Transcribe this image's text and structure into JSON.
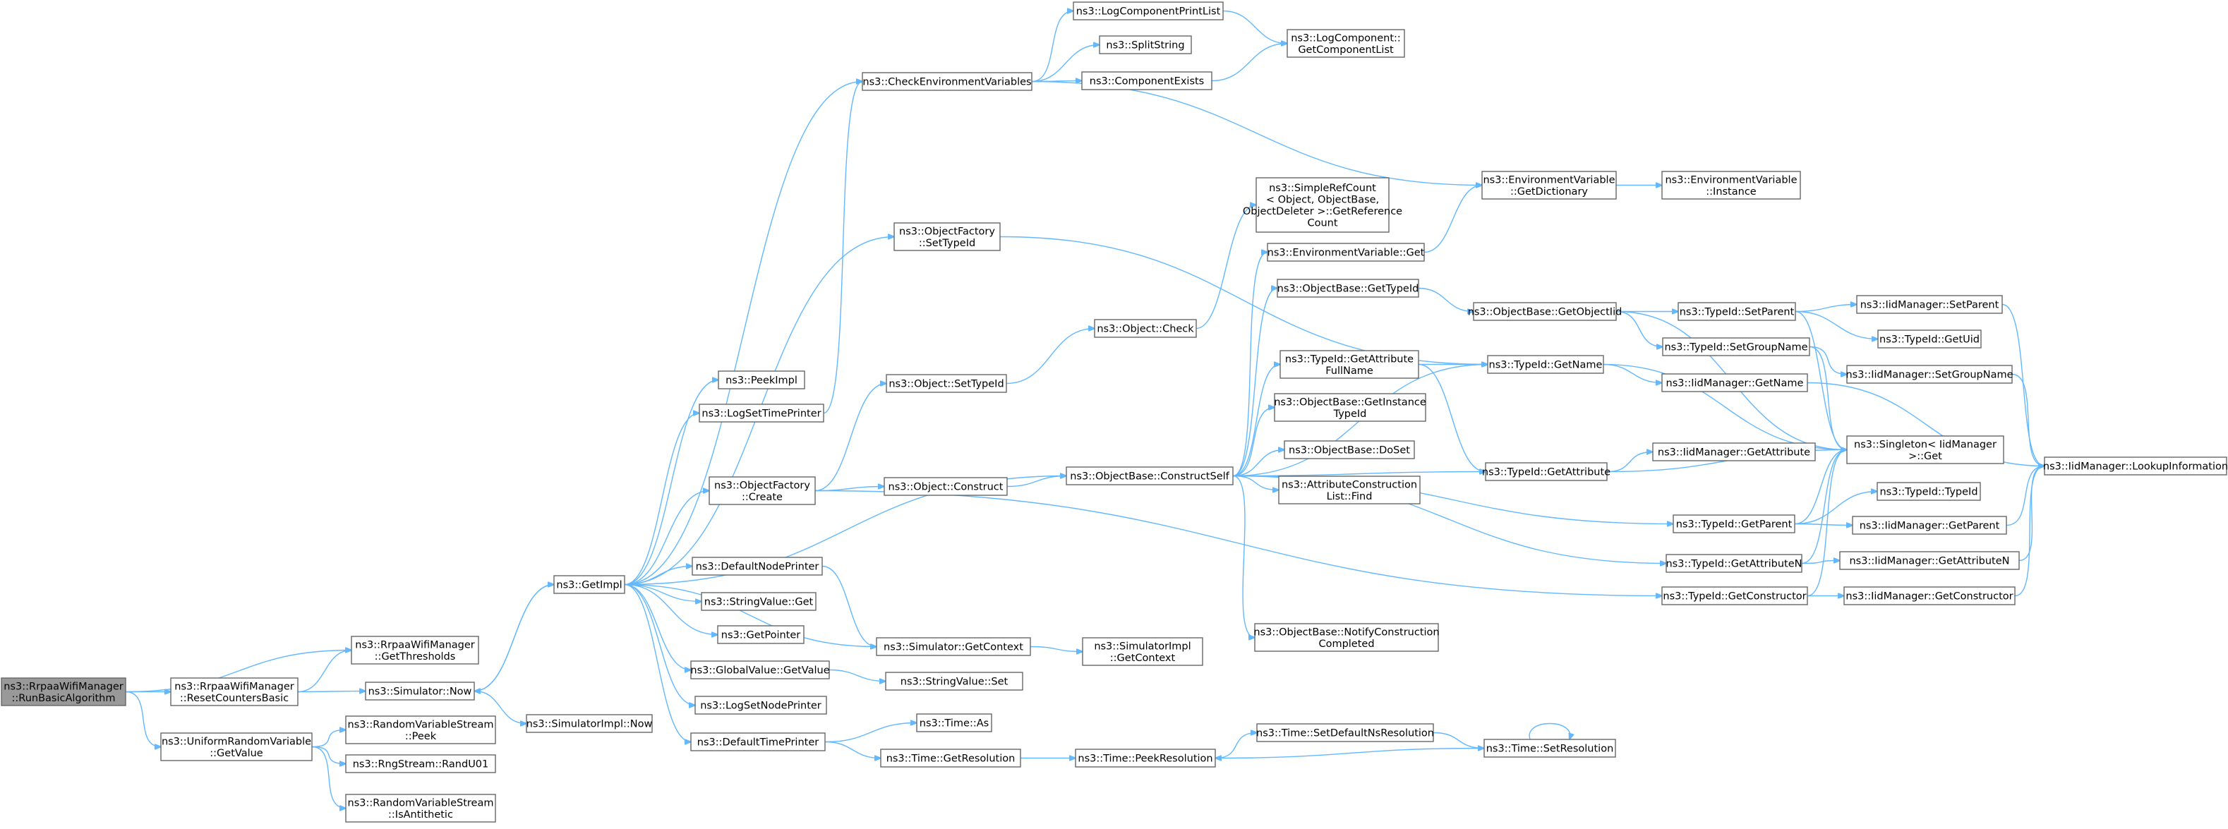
{
  "colors": {
    "edge": "#63b8ff",
    "root_fill": "#999999",
    "node_border": "#666666",
    "background": "#ffffff"
  },
  "nodes": [
    {
      "id": "root",
      "lines": [
        "ns3::RrpaaWifiManager",
        "::RunBasicAlgorithm"
      ],
      "root": true
    },
    {
      "id": "getThresholds",
      "lines": [
        "ns3::RrpaaWifiManager",
        "::GetThresholds"
      ]
    },
    {
      "id": "resetCounters",
      "lines": [
        "ns3::RrpaaWifiManager",
        "::ResetCountersBasic"
      ]
    },
    {
      "id": "uniformGet",
      "lines": [
        "ns3::UniformRandomVariable",
        "::GetValue"
      ]
    },
    {
      "id": "simNow",
      "lines": [
        "ns3::Simulator::Now"
      ]
    },
    {
      "id": "simImplNow",
      "lines": [
        "ns3::SimulatorImpl::Now"
      ]
    },
    {
      "id": "rvsPeek",
      "lines": [
        "ns3::RandomVariableStream",
        "::Peek"
      ]
    },
    {
      "id": "randU01",
      "lines": [
        "ns3::RngStream::RandU01"
      ]
    },
    {
      "id": "isAnti",
      "lines": [
        "ns3::RandomVariableStream",
        "::IsAntithetic"
      ]
    },
    {
      "id": "getImpl",
      "lines": [
        "ns3::GetImpl"
      ]
    },
    {
      "id": "peekImpl",
      "lines": [
        "ns3::PeekImpl"
      ]
    },
    {
      "id": "logSetTime",
      "lines": [
        "ns3::LogSetTimePrinter"
      ]
    },
    {
      "id": "ofCreate",
      "lines": [
        "ns3::ObjectFactory",
        "::Create"
      ]
    },
    {
      "id": "defNodePrinter",
      "lines": [
        "ns3::DefaultNodePrinter"
      ]
    },
    {
      "id": "strValGet",
      "lines": [
        "ns3::StringValue::Get"
      ]
    },
    {
      "id": "getPointer",
      "lines": [
        "ns3::GetPointer"
      ]
    },
    {
      "id": "gvGetValue",
      "lines": [
        "ns3::GlobalValue::GetValue"
      ]
    },
    {
      "id": "logSetNode",
      "lines": [
        "ns3::LogSetNodePrinter"
      ]
    },
    {
      "id": "defTimePrinter",
      "lines": [
        "ns3::DefaultTimePrinter"
      ]
    },
    {
      "id": "checkEnv",
      "lines": [
        "ns3::CheckEnvironmentVariables"
      ]
    },
    {
      "id": "logCompPrint",
      "lines": [
        "ns3::LogComponentPrintList"
      ]
    },
    {
      "id": "splitString",
      "lines": [
        "ns3::SplitString"
      ]
    },
    {
      "id": "compExists",
      "lines": [
        "ns3::ComponentExists"
      ]
    },
    {
      "id": "logCompGetList",
      "lines": [
        "ns3::LogComponent::",
        "GetComponentList"
      ]
    },
    {
      "id": "envGetDict",
      "lines": [
        "ns3::EnvironmentVariable",
        "::GetDictionary"
      ]
    },
    {
      "id": "envInstance",
      "lines": [
        "ns3::EnvironmentVariable",
        "::Instance"
      ]
    },
    {
      "id": "ofSetTypeId",
      "lines": [
        "ns3::ObjectFactory",
        "::SetTypeId"
      ]
    },
    {
      "id": "simpleRef",
      "lines": [
        "ns3::SimpleRefCount",
        "< Object, ObjectBase,",
        "ObjectDeleter >::GetReference",
        "Count"
      ]
    },
    {
      "id": "envGet",
      "lines": [
        "ns3::EnvironmentVariable::Get"
      ]
    },
    {
      "id": "objSetTypeId",
      "lines": [
        "ns3::Object::SetTypeId"
      ]
    },
    {
      "id": "objCheck",
      "lines": [
        "ns3::Object::Check"
      ]
    },
    {
      "id": "objConstruct",
      "lines": [
        "ns3::Object::Construct"
      ]
    },
    {
      "id": "construct",
      "lines": [
        "ns3::ObjectBase::ConstructSelf"
      ]
    },
    {
      "id": "obGetTypeId",
      "lines": [
        "ns3::ObjectBase::GetTypeId"
      ]
    },
    {
      "id": "tidAttrFull",
      "lines": [
        "ns3::TypeId::GetAttribute",
        "FullName"
      ]
    },
    {
      "id": "obInstTid",
      "lines": [
        "ns3::ObjectBase::GetInstance",
        "TypeId"
      ]
    },
    {
      "id": "obDoSet",
      "lines": [
        "ns3::ObjectBase::DoSet"
      ]
    },
    {
      "id": "attrFind",
      "lines": [
        "ns3::AttributeConstruction",
        "List::Find"
      ]
    },
    {
      "id": "obNotify",
      "lines": [
        "ns3::ObjectBase::NotifyConstruction",
        "Completed"
      ]
    },
    {
      "id": "simGetCtx",
      "lines": [
        "ns3::Simulator::GetContext"
      ]
    },
    {
      "id": "simImplCtx",
      "lines": [
        "ns3::SimulatorImpl",
        "::GetContext"
      ]
    },
    {
      "id": "strValSet",
      "lines": [
        "ns3::StringValue::Set"
      ]
    },
    {
      "id": "timeAs",
      "lines": [
        "ns3::Time::As"
      ]
    },
    {
      "id": "timeGetRes",
      "lines": [
        "ns3::Time::GetResolution"
      ]
    },
    {
      "id": "timePeekRes",
      "lines": [
        "ns3::Time::PeekResolution"
      ]
    },
    {
      "id": "timeSetDef",
      "lines": [
        "ns3::Time::SetDefaultNsResolution"
      ]
    },
    {
      "id": "timeSetRes",
      "lines": [
        "ns3::Time::SetResolution"
      ]
    },
    {
      "id": "obGetObjTid",
      "lines": [
        "ns3::ObjectBase::GetObjectIid"
      ]
    },
    {
      "id": "tidGetName",
      "lines": [
        "ns3::TypeId::GetName"
      ]
    },
    {
      "id": "tidGetAttr",
      "lines": [
        "ns3::TypeId::GetAttribute"
      ]
    },
    {
      "id": "tidSetParent",
      "lines": [
        "ns3::TypeId::SetParent"
      ]
    },
    {
      "id": "tidSetGroup",
      "lines": [
        "ns3::TypeId::SetGroupName"
      ]
    },
    {
      "id": "iidGetName",
      "lines": [
        "ns3::IidManager::GetName"
      ]
    },
    {
      "id": "iidGetAttr",
      "lines": [
        "ns3::IidManager::GetAttribute"
      ]
    },
    {
      "id": "tidGetParent",
      "lines": [
        "ns3::TypeId::GetParent"
      ]
    },
    {
      "id": "tidGetAttrN",
      "lines": [
        "ns3::TypeId::GetAttributeN"
      ]
    },
    {
      "id": "tidGetCtor",
      "lines": [
        "ns3::TypeId::GetConstructor"
      ]
    },
    {
      "id": "iidSetParent",
      "lines": [
        "ns3::IidManager::SetParent"
      ]
    },
    {
      "id": "tidGetUid",
      "lines": [
        "ns3::TypeId::GetUid"
      ]
    },
    {
      "id": "iidSetGroup",
      "lines": [
        "ns3::IidManager::SetGroupName"
      ]
    },
    {
      "id": "singletonGet",
      "lines": [
        "ns3::Singleton< IidManager",
        ">::Get"
      ]
    },
    {
      "id": "tidTypeId",
      "lines": [
        "ns3::TypeId::TypeId"
      ]
    },
    {
      "id": "iidGetParent",
      "lines": [
        "ns3::IidManager::GetParent"
      ]
    },
    {
      "id": "iidGetAttrN",
      "lines": [
        "ns3::IidManager::GetAttributeN"
      ]
    },
    {
      "id": "iidGetCtor",
      "lines": [
        "ns3::IidManager::GetConstructor"
      ]
    },
    {
      "id": "iidLookup",
      "lines": [
        "ns3::IidManager::LookupInformation"
      ]
    }
  ],
  "edges": [
    [
      "root",
      "getThresholds"
    ],
    [
      "root",
      "resetCounters"
    ],
    [
      "root",
      "uniformGet"
    ],
    [
      "resetCounters",
      "getThresholds"
    ],
    [
      "resetCounters",
      "simNow"
    ],
    [
      "uniformGet",
      "rvsPeek"
    ],
    [
      "uniformGet",
      "randU01"
    ],
    [
      "uniformGet",
      "isAnti"
    ],
    [
      "simNow",
      "getImpl"
    ],
    [
      "simNow",
      "simImplNow"
    ],
    [
      "getImpl",
      "peekImpl"
    ],
    [
      "getImpl",
      "logSetTime"
    ],
    [
      "getImpl",
      "ofCreate"
    ],
    [
      "getImpl",
      "defNodePrinter"
    ],
    [
      "getImpl",
      "strValGet"
    ],
    [
      "getImpl",
      "getPointer"
    ],
    [
      "getImpl",
      "gvGetValue"
    ],
    [
      "getImpl",
      "logSetNode"
    ],
    [
      "getImpl",
      "defTimePrinter"
    ],
    [
      "getImpl",
      "checkEnv"
    ],
    [
      "getImpl",
      "ofSetTypeId"
    ],
    [
      "getImpl",
      "simGetCtx"
    ],
    [
      "getImpl",
      "construct"
    ],
    [
      "getImpl",
      "simNow"
    ],
    [
      "logSetTime",
      "checkEnv"
    ],
    [
      "checkEnv",
      "logCompPrint"
    ],
    [
      "checkEnv",
      "splitString"
    ],
    [
      "checkEnv",
      "compExists"
    ],
    [
      "checkEnv",
      "envGetDict"
    ],
    [
      "logCompPrint",
      "logCompGetList"
    ],
    [
      "compExists",
      "logCompGetList"
    ],
    [
      "envGetDict",
      "envInstance"
    ],
    [
      "envGet",
      "envGetDict"
    ],
    [
      "ofSetTypeId",
      "tidGetName"
    ],
    [
      "ofCreate",
      "objSetTypeId"
    ],
    [
      "ofCreate",
      "objConstruct"
    ],
    [
      "ofCreate",
      "tidGetCtor"
    ],
    [
      "objSetTypeId",
      "objCheck"
    ],
    [
      "objCheck",
      "simpleRef"
    ],
    [
      "objConstruct",
      "construct"
    ],
    [
      "construct",
      "envGet"
    ],
    [
      "construct",
      "obGetTypeId"
    ],
    [
      "construct",
      "tidAttrFull"
    ],
    [
      "construct",
      "obInstTid"
    ],
    [
      "construct",
      "obDoSet"
    ],
    [
      "construct",
      "attrFind"
    ],
    [
      "construct",
      "obNotify"
    ],
    [
      "construct",
      "tidGetName"
    ],
    [
      "construct",
      "tidGetAttr"
    ],
    [
      "construct",
      "tidGetParent"
    ],
    [
      "construct",
      "tidGetAttrN"
    ],
    [
      "obGetTypeId",
      "obGetObjTid"
    ],
    [
      "obGetObjTid",
      "tidSetParent"
    ],
    [
      "obGetObjTid",
      "tidSetGroup"
    ],
    [
      "obGetObjTid",
      "singletonGet"
    ],
    [
      "tidAttrFull",
      "tidGetName"
    ],
    [
      "tidAttrFull",
      "tidGetAttr"
    ],
    [
      "tidGetName",
      "iidGetName"
    ],
    [
      "tidGetName",
      "singletonGet"
    ],
    [
      "tidGetAttr",
      "iidGetAttr"
    ],
    [
      "tidGetAttr",
      "singletonGet"
    ],
    [
      "tidSetParent",
      "iidSetParent"
    ],
    [
      "tidSetParent",
      "tidGetUid"
    ],
    [
      "tidSetParent",
      "singletonGet"
    ],
    [
      "tidSetGroup",
      "iidSetGroup"
    ],
    [
      "tidSetGroup",
      "singletonGet"
    ],
    [
      "tidGetParent",
      "tidTypeId"
    ],
    [
      "tidGetParent",
      "iidGetParent"
    ],
    [
      "tidGetParent",
      "singletonGet"
    ],
    [
      "tidGetAttrN",
      "iidGetAttrN"
    ],
    [
      "tidGetAttrN",
      "singletonGet"
    ],
    [
      "tidGetCtor",
      "iidGetCtor"
    ],
    [
      "tidGetCtor",
      "singletonGet"
    ],
    [
      "iidSetParent",
      "iidLookup"
    ],
    [
      "iidSetGroup",
      "iidLookup"
    ],
    [
      "iidGetName",
      "iidLookup"
    ],
    [
      "iidGetParent",
      "iidLookup"
    ],
    [
      "iidGetAttrN",
      "iidLookup"
    ],
    [
      "iidGetCtor",
      "iidLookup"
    ],
    [
      "simGetCtx",
      "simImplCtx"
    ],
    [
      "defNodePrinter",
      "simGetCtx"
    ],
    [
      "gvGetValue",
      "strValSet"
    ],
    [
      "defTimePrinter",
      "timeAs"
    ],
    [
      "defTimePrinter",
      "timeGetRes"
    ],
    [
      "timeGetRes",
      "timePeekRes"
    ],
    [
      "timePeekRes",
      "timeSetDef"
    ],
    [
      "timeSetDef",
      "timeSetRes"
    ],
    [
      "timeSetRes",
      "timePeekRes"
    ],
    [
      "timeSetRes",
      "timeSetRes"
    ]
  ]
}
